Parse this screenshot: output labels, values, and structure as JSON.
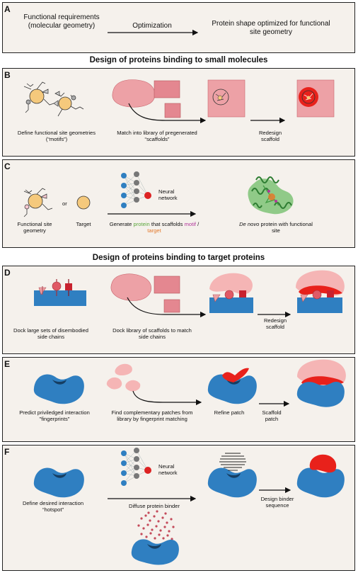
{
  "panels": {
    "A": {
      "letter": "A",
      "left_text": "Functional requirements (molecular geometry)",
      "arrow_label": "Optimization",
      "right_text": "Protein shape optimized for functional site geometry"
    },
    "header_small": "Design of proteins binding to small molecules",
    "B": {
      "letter": "B",
      "caption1": "Define functional site geometries (“motifs”)",
      "caption2": "Match into library of pregenerated “scaffolds”",
      "caption3": "Redesign scaffold"
    },
    "C": {
      "letter": "C",
      "or_label": "or",
      "caption1": "Functional site geometry",
      "caption2": "Target",
      "nn_label": "Neural network",
      "gen_prefix": "Generate ",
      "gen_protein": "protein",
      "gen_mid": " that scaffolds ",
      "gen_motif": "motif",
      "gen_slash": " / ",
      "gen_target": "target",
      "result_italic": "De novo",
      "result_rest": " protein with functional site"
    },
    "header_protein": "Design of proteins binding to target proteins",
    "D": {
      "letter": "D",
      "caption1": "Dock large sets of disembodied side chains",
      "caption2": "Dock library of scaffolds to match side chains",
      "caption3": "Redesign scaffold"
    },
    "E": {
      "letter": "E",
      "caption1": "Predict priviledged interaction \"fingerprints\"",
      "caption2": "Find complementary patches from library by fingerprint matching",
      "caption3": "Refine patch",
      "caption4": "Scaffold patch"
    },
    "F": {
      "letter": "F",
      "caption1": "Define desired interaction “hotspot”",
      "nn_label": "Neural network",
      "caption2": "Diffuse protein binder",
      "caption3": "Design binder sequence"
    }
  },
  "colors": {
    "panel_bg": "#f5f1ec",
    "target_blue": "#2f7fc1",
    "scaffold_pink": "#eda1a6",
    "binder_red": "#e8211b",
    "ligand_yellow": "#f5c97c",
    "motif_pink": "#f7c7cf",
    "green_text": "#5aa63b",
    "magenta_text": "#b2379b",
    "orange_text": "#e3792b"
  }
}
